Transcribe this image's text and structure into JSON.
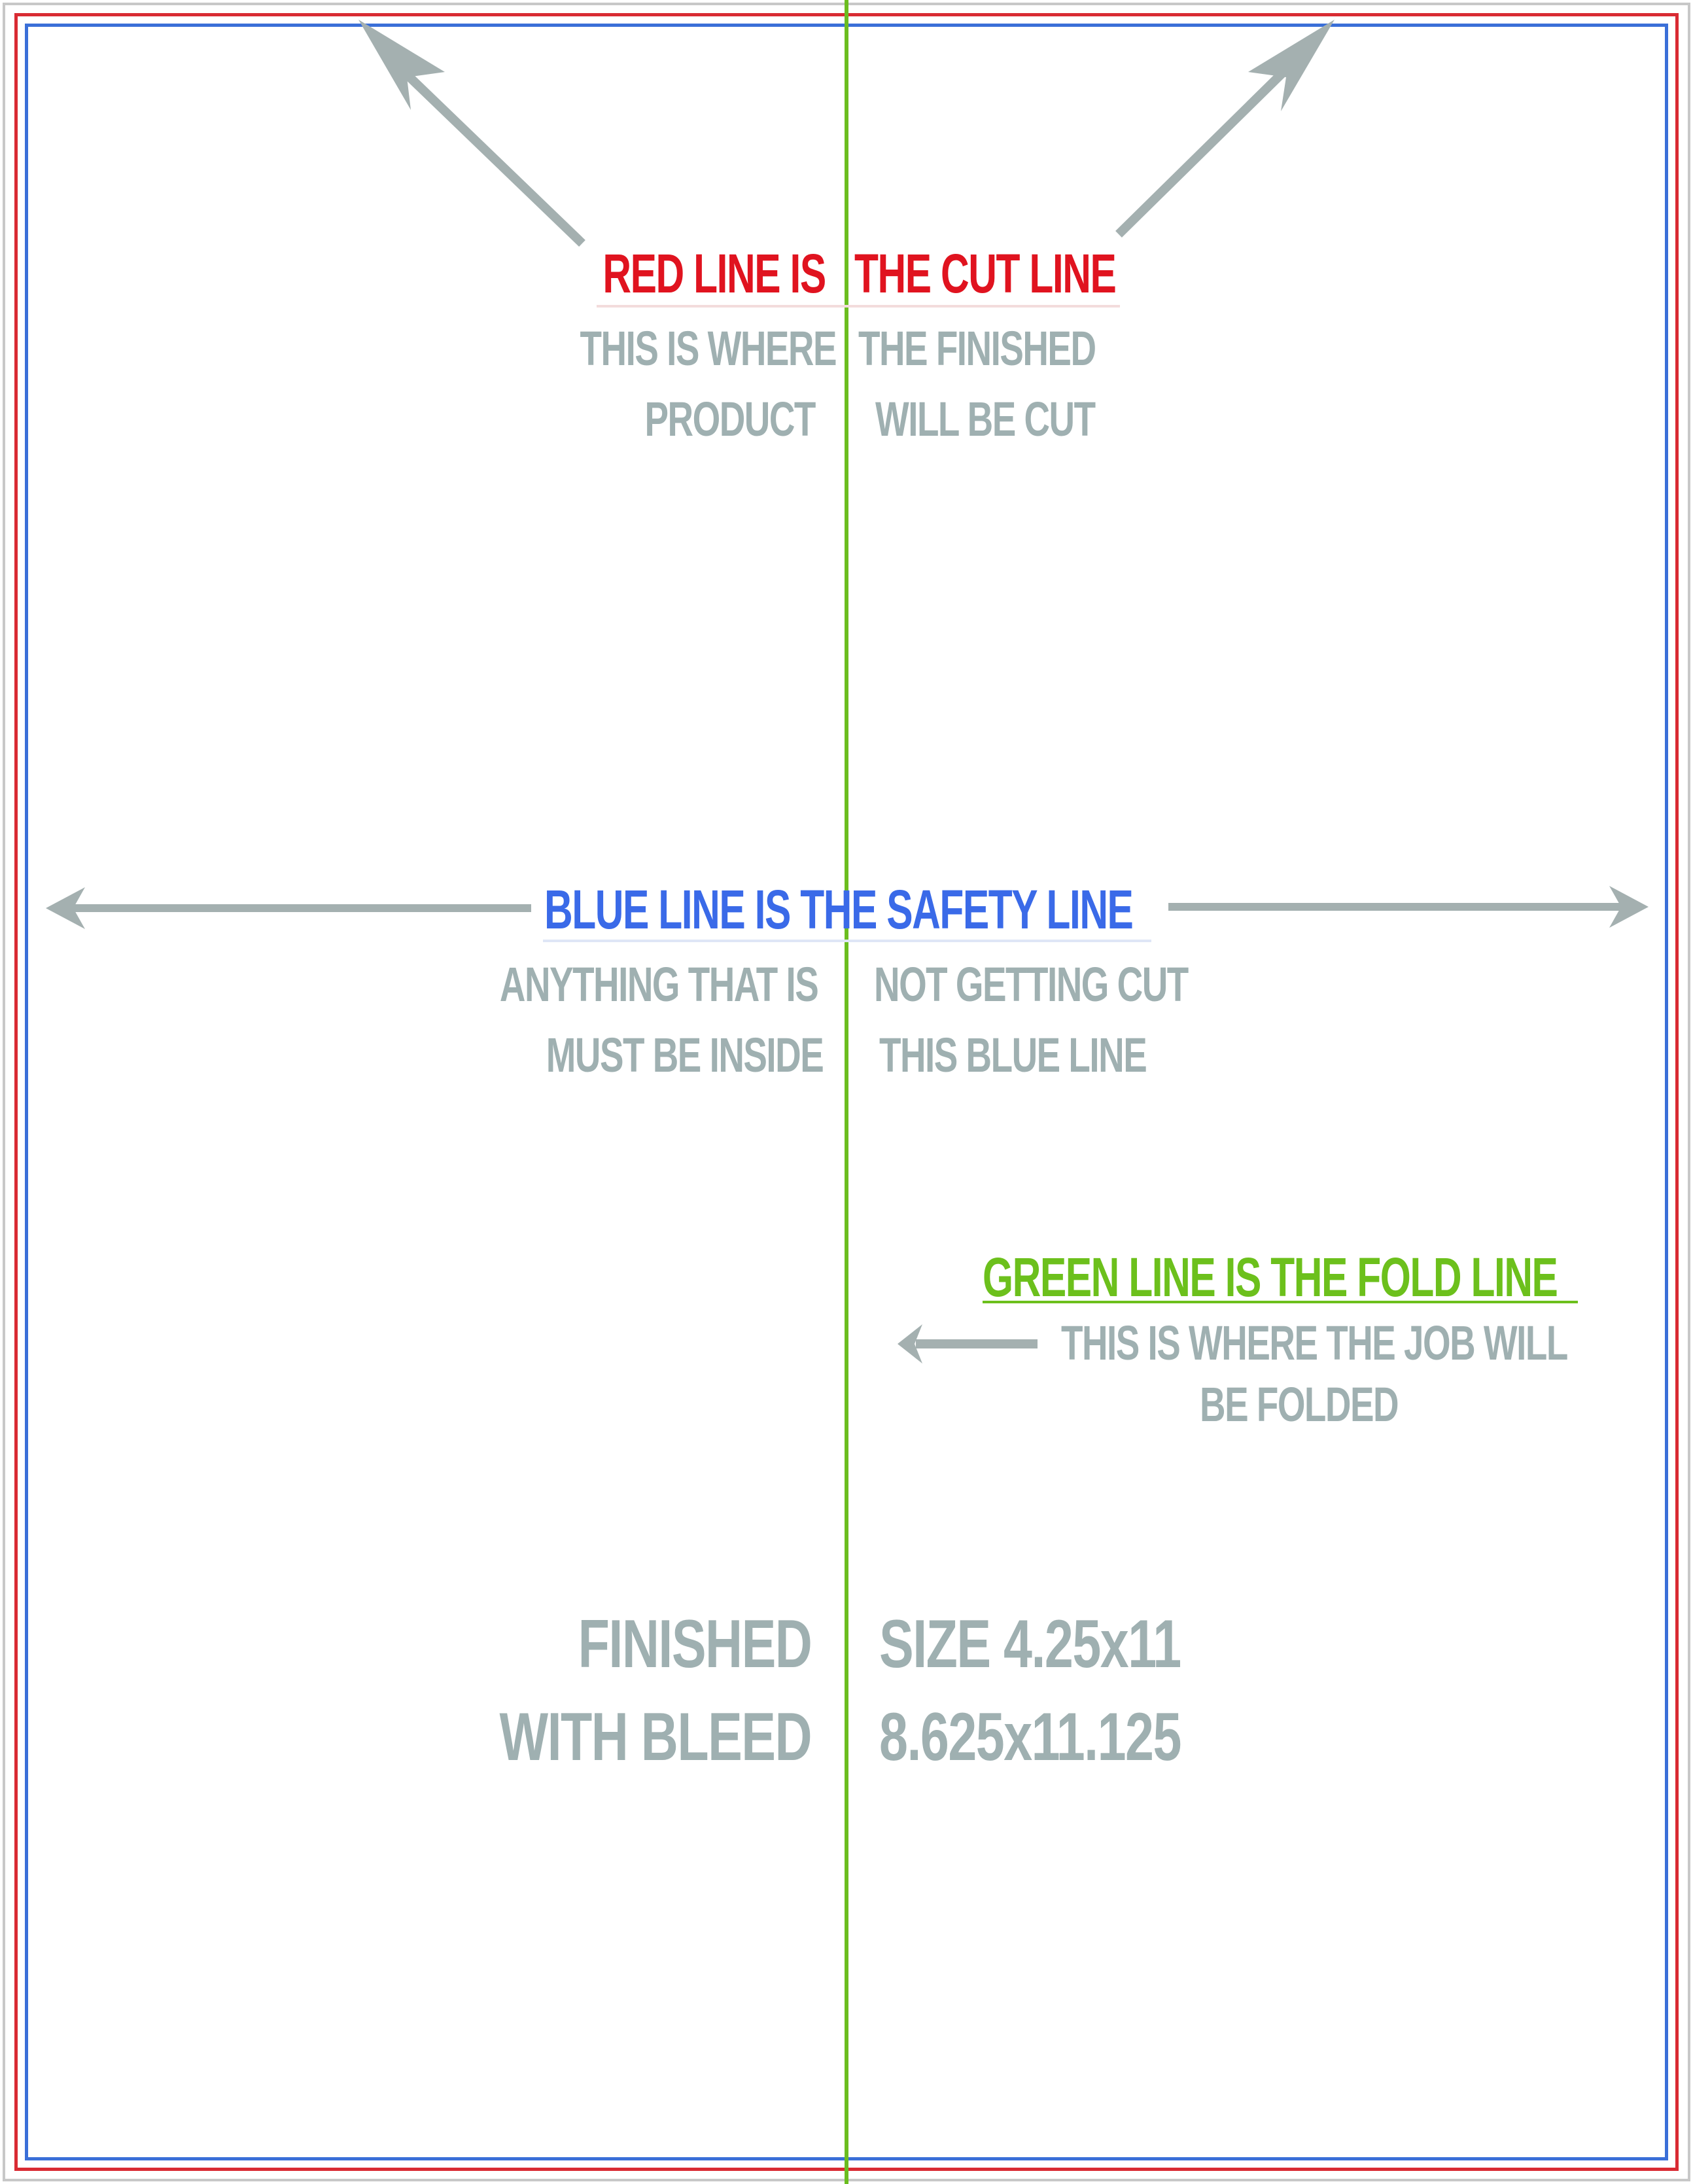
{
  "colors": {
    "cut_line": "#d92b33",
    "safety_line": "#3a6fd8",
    "fold_line": "#6bbd1f",
    "label_grey": "#9fb0b1",
    "red_text": "#e0131f",
    "blue_text": "#3a6ae8",
    "green_text": "#6cc01c"
  },
  "cut": {
    "heading_left": "RED LINE IS",
    "heading_right": "THE CUT LINE",
    "line1_left": "THIS IS WHERE",
    "line1_right": "THE FINISHED",
    "line2_left": "PRODUCT",
    "line2_right": "WILL BE CUT"
  },
  "safety": {
    "heading": "BLUE LINE IS THE SAFETY LINE",
    "line1_left": "ANYTHING THAT IS",
    "line1_right": "NOT GETTING CUT",
    "line2_left": "MUST BE INSIDE",
    "line2_right": "THIS BLUE LINE"
  },
  "fold": {
    "heading": "GREEN LINE  IS THE FOLD LINE",
    "line1": "THIS IS WHERE THE JOB WILL",
    "line2": "BE FOLDED"
  },
  "size": {
    "finished_label": "FINISHED",
    "finished_value": "SIZE  4.25x11",
    "bleed_label": "WITH BLEED",
    "bleed_value": "8.625x11.125"
  },
  "icons": [
    "arrow-up-left-icon",
    "arrow-up-right-icon",
    "arrow-left-icon",
    "arrow-right-icon"
  ]
}
